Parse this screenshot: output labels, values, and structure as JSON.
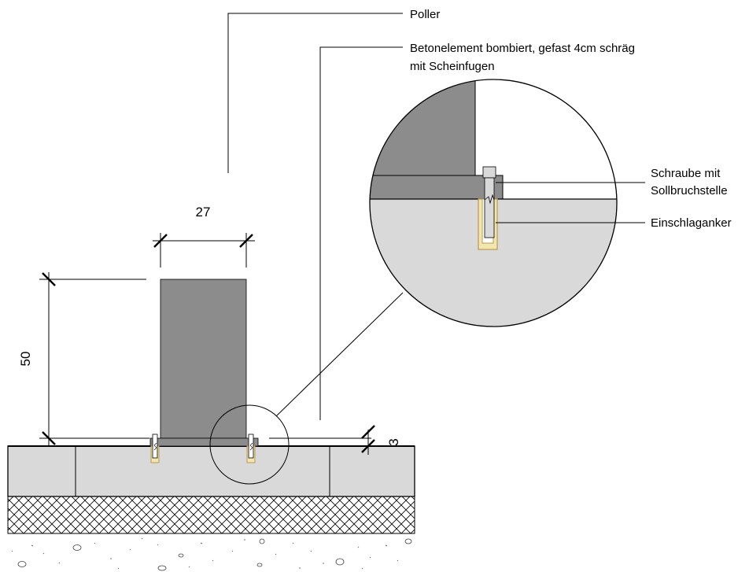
{
  "labels": {
    "poller": "Poller",
    "betonelement_line1": "Betonelement bombiert, gefast 4cm schräg",
    "betonelement_line2": "mit Scheinfugen",
    "schraube_line1": "Schraube mit",
    "schraube_line2": "Sollbruchstelle",
    "einschlaganker": "Einschlaganker"
  },
  "dimensions": {
    "width": "27",
    "height": "50",
    "gap": "3"
  },
  "colors": {
    "poller_grey": "#8c8c8c",
    "concrete": "#d9d9d9",
    "anchor_fill": "#f3e6ad",
    "anchor_stroke": "#b89a55"
  }
}
